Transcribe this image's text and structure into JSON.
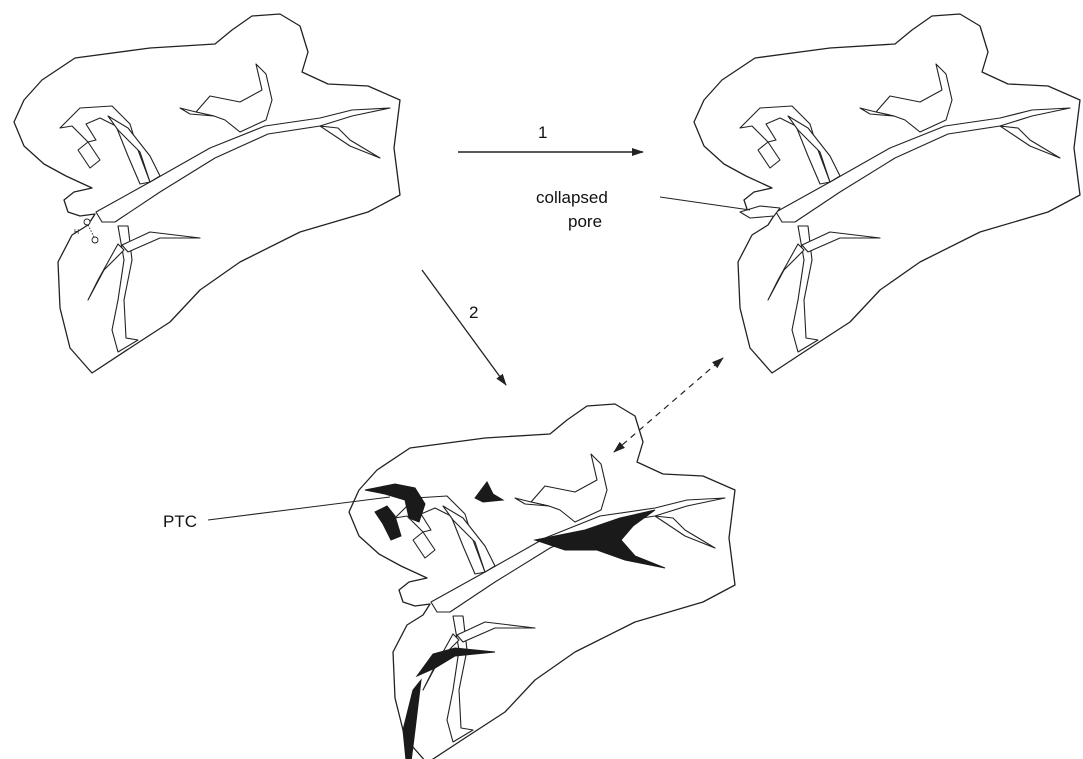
{
  "labels": {
    "step1": "1",
    "step2": "2",
    "collapsed_line1": "collapsed",
    "collapsed_line2": "pore",
    "ptc": "PTC",
    "h_marker": "H"
  }
}
